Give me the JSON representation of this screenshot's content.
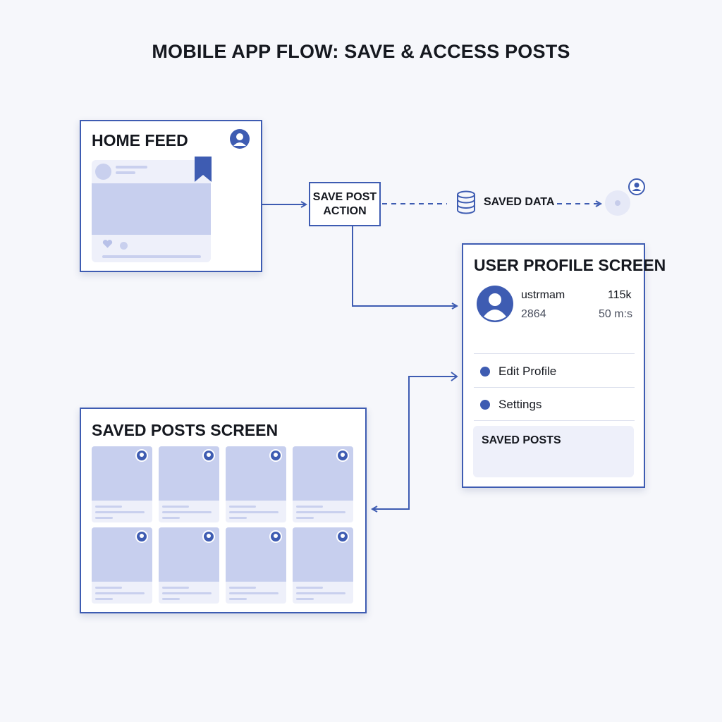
{
  "title": "MOBILE APP FLOW: SAVE & ACCESS POSTS",
  "home_feed": {
    "title": "HOME FEED",
    "icons": [
      "user-avatar-icon",
      "bookmark-icon",
      "heart-icon"
    ]
  },
  "save_action": {
    "label": "SAVE POST\nACTION"
  },
  "saved_data": {
    "label": "SAVED DATA",
    "icon": "database-icon"
  },
  "profile": {
    "title": "USER PROFILE SCREEN",
    "username": "ustrmam",
    "stat_top": "115k",
    "stat_left": "2864",
    "stat_right": "50 m:s",
    "menu": [
      {
        "label": "Edit Profile"
      },
      {
        "label": "Settings"
      }
    ],
    "saved_posts_label": "SAVED POSTS"
  },
  "saved_screen": {
    "title": "SAVED POSTS SCREEN",
    "card_count_label": ""
  },
  "colors": {
    "accent": "#3e5cb2",
    "light_fill": "#c7cfee",
    "card_bg": "#eef0fa",
    "background": "#f6f7fb"
  }
}
